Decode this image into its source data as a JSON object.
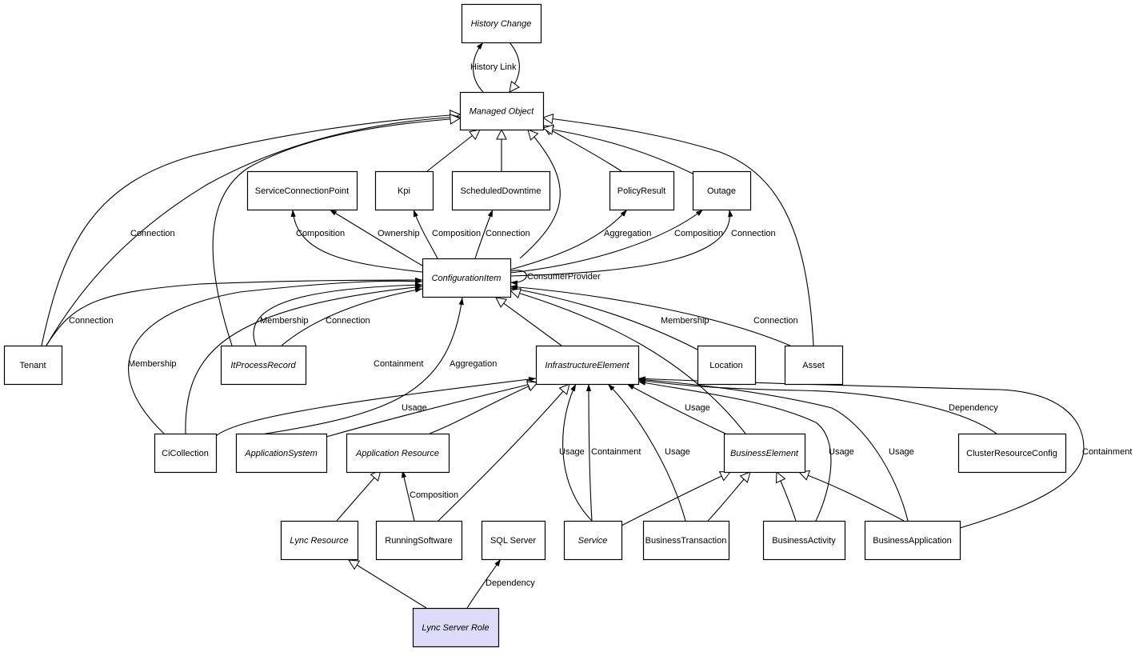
{
  "diagram": {
    "title": "Lync Server Role class diagram",
    "highlight_color": "#dcdcfa",
    "nodes": [
      {
        "id": "history_change",
        "label": "History Change",
        "italic": true
      },
      {
        "id": "managed_object",
        "label": "Managed Object",
        "italic": true
      },
      {
        "id": "service_connection_point",
        "label": "ServiceConnectionPoint",
        "italic": false
      },
      {
        "id": "kpi",
        "label": "Kpi",
        "italic": false
      },
      {
        "id": "scheduled_downtime",
        "label": "ScheduledDowntime",
        "italic": false
      },
      {
        "id": "policy_result",
        "label": "PolicyResult",
        "italic": false
      },
      {
        "id": "outage",
        "label": "Outage",
        "italic": false
      },
      {
        "id": "configuration_item",
        "label": "ConfigurationItem",
        "italic": true
      },
      {
        "id": "tenant",
        "label": "Tenant",
        "italic": false
      },
      {
        "id": "it_process_record",
        "label": "ItProcessRecord",
        "italic": true
      },
      {
        "id": "infrastructure_element",
        "label": "InfrastructureElement",
        "italic": true
      },
      {
        "id": "location",
        "label": "Location",
        "italic": false
      },
      {
        "id": "asset",
        "label": "Asset",
        "italic": false
      },
      {
        "id": "ci_collection",
        "label": "CiCollection",
        "italic": false
      },
      {
        "id": "application_system",
        "label": "ApplicationSystem",
        "italic": true
      },
      {
        "id": "application_resource",
        "label": "Application Resource",
        "italic": true
      },
      {
        "id": "business_element",
        "label": "BusinessElement",
        "italic": true
      },
      {
        "id": "cluster_resource_config",
        "label": "ClusterResourceConfig",
        "italic": false
      },
      {
        "id": "lync_resource",
        "label": "Lync Resource",
        "italic": true
      },
      {
        "id": "running_software",
        "label": "RunningSoftware",
        "italic": false
      },
      {
        "id": "sql_server",
        "label": "SQL Server",
        "italic": false
      },
      {
        "id": "service",
        "label": "Service",
        "italic": true
      },
      {
        "id": "business_transaction",
        "label": "BusinessTransaction",
        "italic": false
      },
      {
        "id": "business_activity",
        "label": "BusinessActivity",
        "italic": false
      },
      {
        "id": "business_application",
        "label": "BusinessApplication",
        "italic": false
      },
      {
        "id": "lync_server_role",
        "label": "Lync Server Role",
        "italic": true,
        "highlight": true
      }
    ],
    "edges": [
      {
        "from": "managed_object",
        "to": "history_change",
        "type": "association",
        "label": "History Link"
      },
      {
        "from": "history_change",
        "to": "managed_object",
        "type": "inheritance",
        "label": ""
      },
      {
        "from": "kpi",
        "to": "managed_object",
        "type": "inheritance",
        "label": ""
      },
      {
        "from": "scheduled_downtime",
        "to": "managed_object",
        "type": "inheritance",
        "label": ""
      },
      {
        "from": "configuration_item",
        "to": "managed_object",
        "type": "inheritance",
        "label": ""
      },
      {
        "from": "policy_result",
        "to": "managed_object",
        "type": "inheritance",
        "label": ""
      },
      {
        "from": "outage",
        "to": "managed_object",
        "type": "inheritance",
        "label": ""
      },
      {
        "from": "asset",
        "to": "managed_object",
        "type": "inheritance",
        "label": ""
      },
      {
        "from": "tenant",
        "to": "managed_object",
        "type": "inheritance",
        "label": ""
      },
      {
        "from": "tenant",
        "to": "managed_object",
        "type": "association",
        "label": "Connection"
      },
      {
        "from": "it_process_record",
        "to": "managed_object",
        "type": "inheritance",
        "label": ""
      },
      {
        "from": "configuration_item",
        "to": "service_connection_point",
        "type": "association",
        "label": "Composition"
      },
      {
        "from": "configuration_item",
        "to": "service_connection_point",
        "type": "association",
        "label": "Ownership"
      },
      {
        "from": "configuration_item",
        "to": "kpi",
        "type": "association",
        "label": "Composition"
      },
      {
        "from": "configuration_item",
        "to": "scheduled_downtime",
        "type": "association",
        "label": "Connection"
      },
      {
        "from": "configuration_item",
        "to": "policy_result",
        "type": "association",
        "label": "Aggregation"
      },
      {
        "from": "configuration_item",
        "to": "outage",
        "type": "association",
        "label": "Composition"
      },
      {
        "from": "configuration_item",
        "to": "outage",
        "type": "association",
        "label": "Connection"
      },
      {
        "from": "configuration_item",
        "to": "configuration_item",
        "type": "association",
        "label": "ConsumerProvider"
      },
      {
        "from": "tenant",
        "to": "configuration_item",
        "type": "association",
        "label": "Connection"
      },
      {
        "from": "ci_collection",
        "to": "configuration_item",
        "type": "association",
        "label": "Membership"
      },
      {
        "from": "it_process_record",
        "to": "configuration_item",
        "type": "association",
        "label": "Membership"
      },
      {
        "from": "it_process_record",
        "to": "configuration_item",
        "type": "association",
        "label": "Connection"
      },
      {
        "from": "ci_collection",
        "to": "configuration_item",
        "type": "association",
        "label": "Containment"
      },
      {
        "from": "application_system",
        "to": "configuration_item",
        "type": "association",
        "label": "Aggregation"
      },
      {
        "from": "infrastructure_element",
        "to": "configuration_item",
        "type": "inheritance",
        "label": ""
      },
      {
        "from": "location",
        "to": "configuration_item",
        "type": "association",
        "label": "Membership"
      },
      {
        "from": "asset",
        "to": "configuration_item",
        "type": "association",
        "label": "Connection"
      },
      {
        "from": "business_element",
        "to": "configuration_item",
        "type": "inheritance",
        "label": ""
      },
      {
        "from": "ci_collection",
        "to": "infrastructure_element",
        "type": "association",
        "label": "Usage"
      },
      {
        "from": "application_system",
        "to": "infrastructure_element",
        "type": "inheritance",
        "label": ""
      },
      {
        "from": "application_resource",
        "to": "infrastructure_element",
        "type": "inheritance",
        "label": ""
      },
      {
        "from": "running_software",
        "to": "infrastructure_element",
        "type": "inheritance",
        "label": ""
      },
      {
        "from": "service",
        "to": "infrastructure_element",
        "type": "association",
        "label": "Usage"
      },
      {
        "from": "service",
        "to": "infrastructure_element",
        "type": "association",
        "label": "Containment"
      },
      {
        "from": "business_transaction",
        "to": "infrastructure_element",
        "type": "association",
        "label": "Usage"
      },
      {
        "from": "business_element",
        "to": "infrastructure_element",
        "type": "association",
        "label": "Usage"
      },
      {
        "from": "business_activity",
        "to": "infrastructure_element",
        "type": "association",
        "label": "Usage"
      },
      {
        "from": "business_application",
        "to": "infrastructure_element",
        "type": "association",
        "label": "Usage"
      },
      {
        "from": "cluster_resource_config",
        "to": "infrastructure_element",
        "type": "association",
        "label": "Dependency"
      },
      {
        "from": "business_application",
        "to": "infrastructure_element",
        "type": "association",
        "label": "Containment"
      },
      {
        "from": "lync_resource",
        "to": "application_resource",
        "type": "inheritance",
        "label": ""
      },
      {
        "from": "running_software",
        "to": "application_resource",
        "type": "association",
        "label": "Composition"
      },
      {
        "from": "service",
        "to": "business_element",
        "type": "inheritance",
        "label": ""
      },
      {
        "from": "business_transaction",
        "to": "business_element",
        "type": "inheritance",
        "label": ""
      },
      {
        "from": "business_activity",
        "to": "business_element",
        "type": "inheritance",
        "label": ""
      },
      {
        "from": "business_application",
        "to": "business_element",
        "type": "inheritance",
        "label": ""
      },
      {
        "from": "lync_server_role",
        "to": "lync_resource",
        "type": "inheritance",
        "label": ""
      },
      {
        "from": "lync_server_role",
        "to": "sql_server",
        "type": "association",
        "label": "Dependency"
      }
    ]
  }
}
